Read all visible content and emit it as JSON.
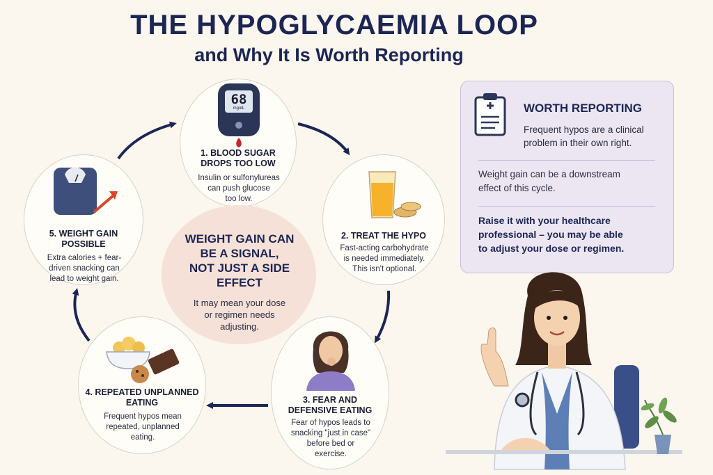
{
  "header": {
    "title": "THE HYPOGLYCAEMIA LOOP",
    "subtitle": "and Why It Is Worth Reporting"
  },
  "steps": [
    {
      "title_l1": "1. BLOOD SUGAR",
      "title_l2": "DROPS TOO LOW",
      "desc_l1": "Insulin or sulfonylureas",
      "desc_l2": "can push glucose",
      "desc_l3": "too low.",
      "meter_value": "68",
      "meter_unit": "mg/dL"
    },
    {
      "title_l1": "2. TREAT THE HYPO",
      "desc_l1": "Fast-acting carbohydrate",
      "desc_l2": "is needed immediately.",
      "desc_l3": "This isn't optional."
    },
    {
      "title_l1": "3. FEAR AND",
      "title_l2": "DEFENSIVE EATING",
      "desc_l1": "Fear of hypos leads to",
      "desc_l2": "snacking \"just in case\"",
      "desc_l3": "before bed or",
      "desc_l4": "exercise."
    },
    {
      "title_l1": "4. REPEATED UNPLANNED",
      "title_l2": "EATING",
      "desc_l1": "Frequent hypos mean",
      "desc_l2": "repeated, unplanned",
      "desc_l3": "eating."
    },
    {
      "title_l1": "5. WEIGHT GAIN",
      "title_l2": "POSSIBLE",
      "desc_l1": "Extra calories + fear-",
      "desc_l2": "driven snacking can",
      "desc_l3": "lead to weight gain."
    }
  ],
  "center": {
    "head_l1": "WEIGHT GAIN CAN",
    "head_l2": "BE A SIGNAL,",
    "head_l3": "NOT JUST A SIDE",
    "head_l4": "EFFECT",
    "sub_l1": "It may mean your dose",
    "sub_l2": "or regimen needs",
    "sub_l3": "adjusting."
  },
  "panel": {
    "title": "WORTH REPORTING",
    "text1_l1": "Frequent hypos are a clinical",
    "text1_l2": "problem in their own right.",
    "text2_l1": "Weight gain can be a downstream",
    "text2_l2": "effect of this cycle.",
    "text3_l1": "Raise it with your healthcare",
    "text3_l2": "professional – you may be able",
    "text3_l3": "to adjust your dose or regimen."
  },
  "colors": {
    "navy": "#1c2654",
    "panel_bg": "#ece6f2",
    "center_bg": "#f6e1d8",
    "page_bg": "#fbf6ee"
  },
  "icons": [
    "glucose-meter-icon",
    "juice-glass-icon",
    "worried-person-icon",
    "snack-bowl-icon",
    "bathroom-scale-icon",
    "clipboard-icon",
    "doctor-illustration",
    "plant-icon"
  ]
}
